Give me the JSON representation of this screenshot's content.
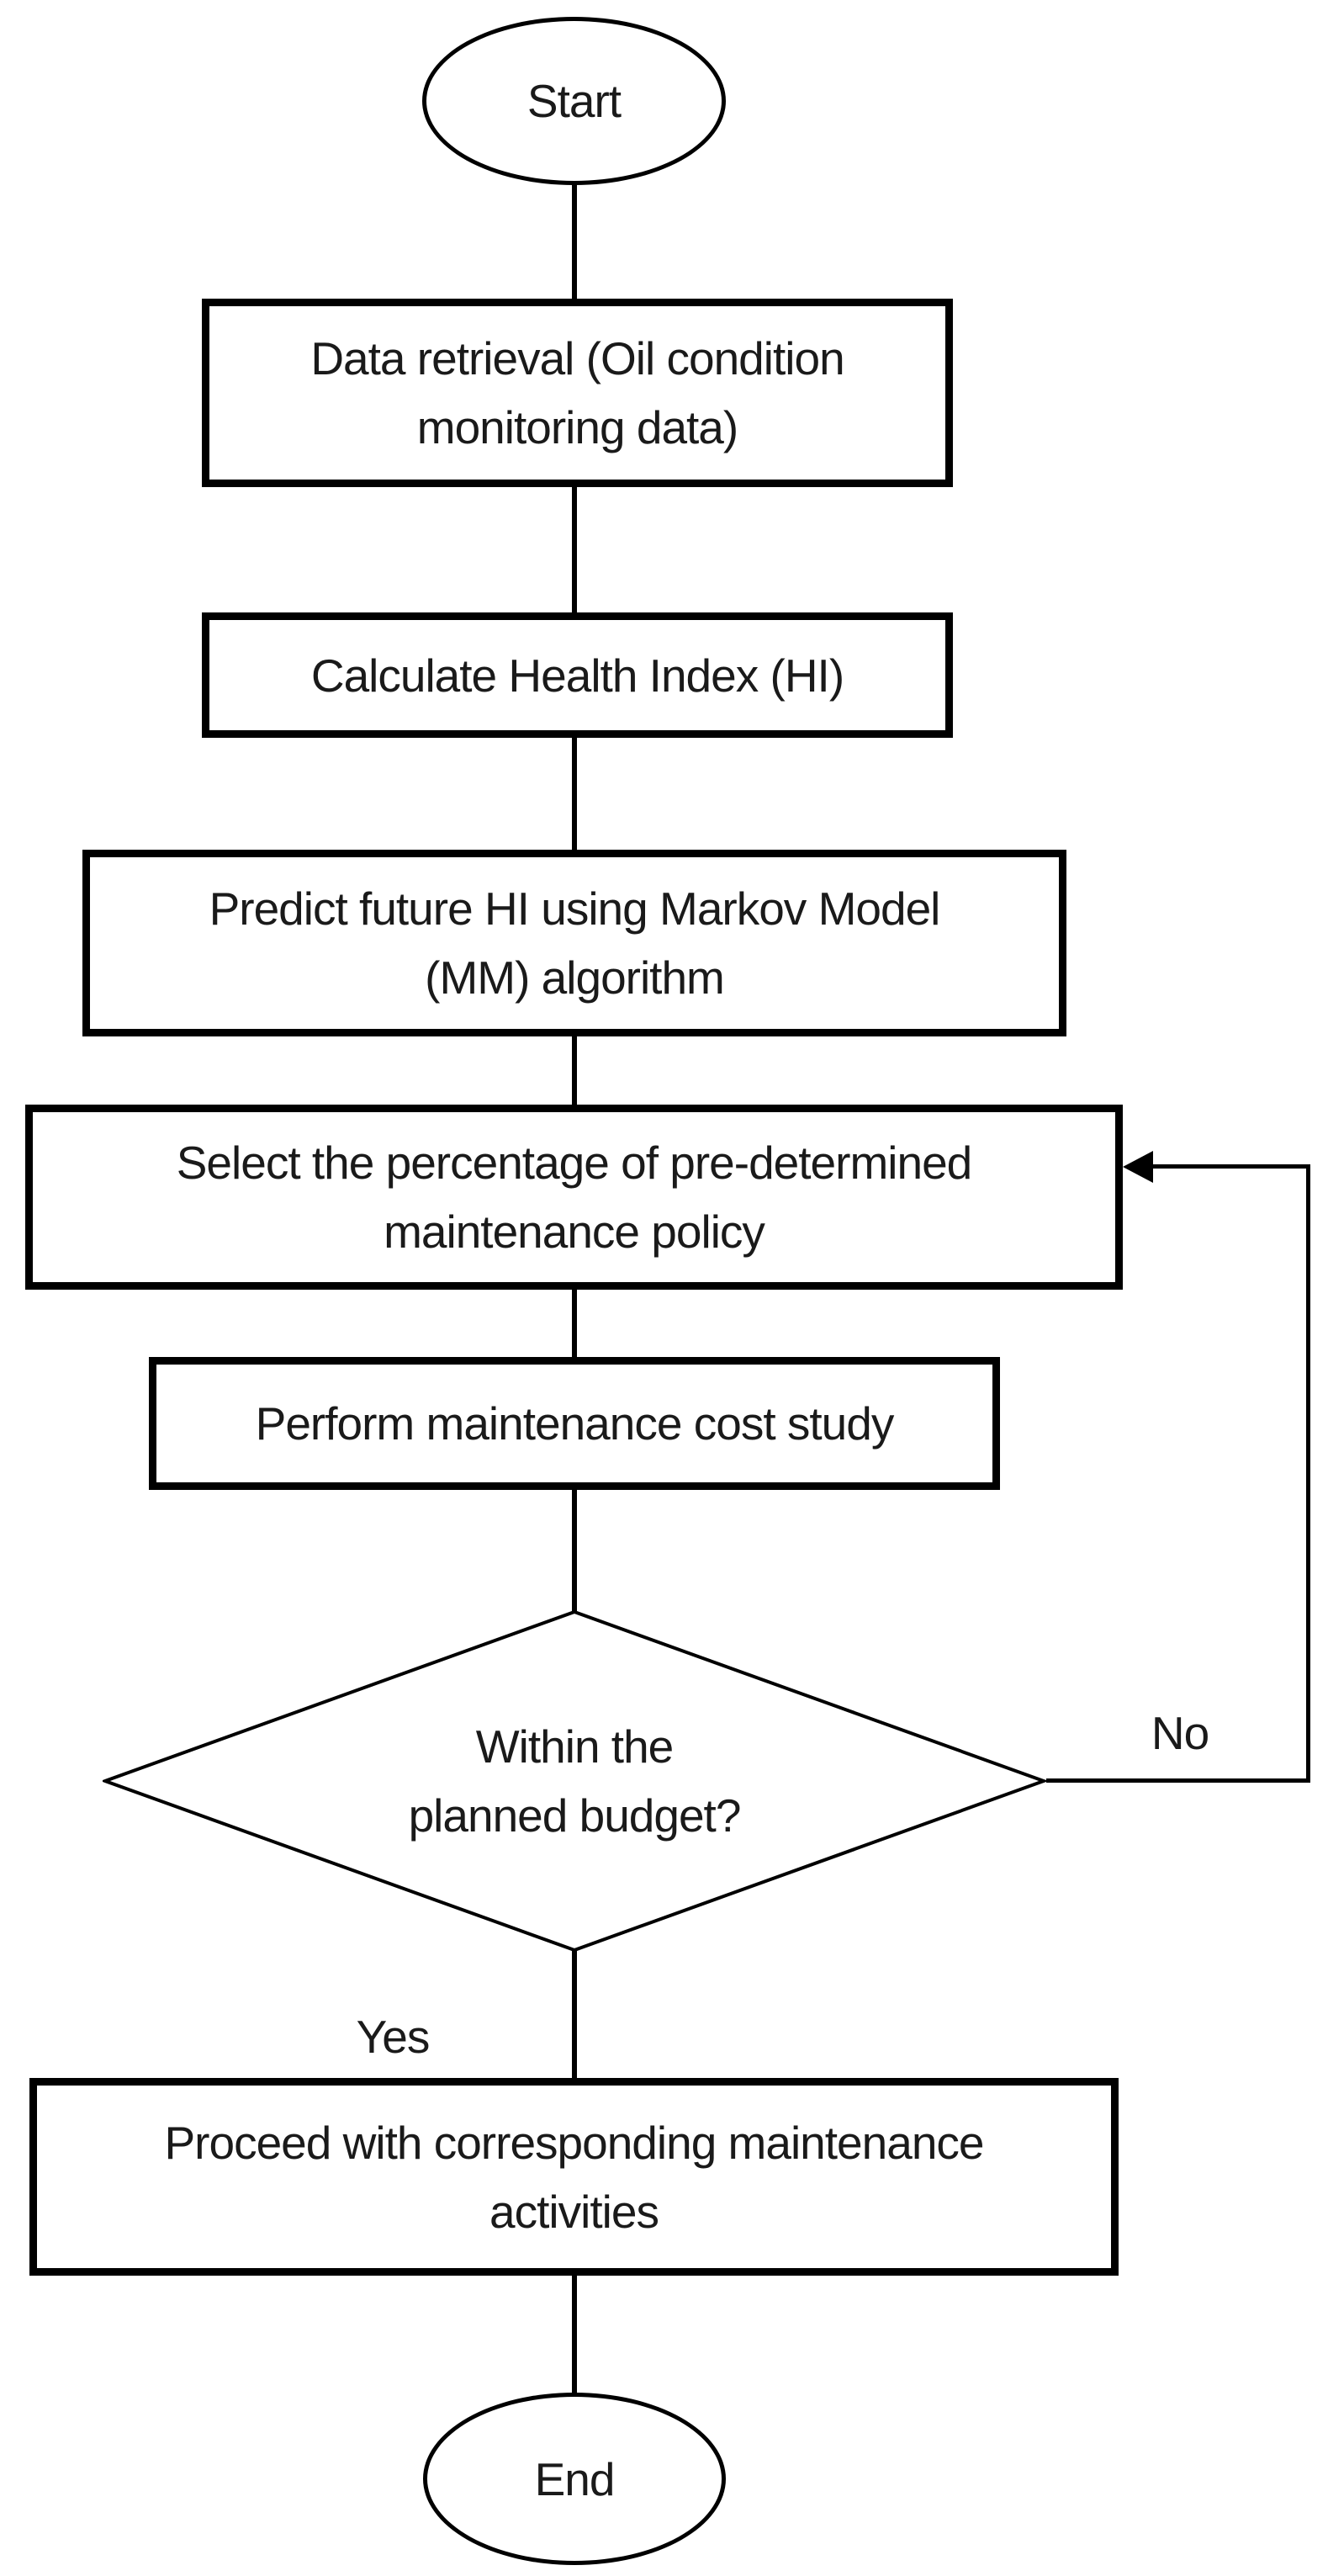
{
  "diagram": {
    "type": "flowchart",
    "background_color": "#ffffff",
    "stroke_color": "#000000",
    "text_color": "#1a1a1a",
    "nodes": [
      {
        "id": "start",
        "shape": "ellipse",
        "lines": [
          "Start"
        ]
      },
      {
        "id": "data-retrieval",
        "shape": "rect",
        "lines": [
          "Data retrieval (Oil condition",
          "monitoring data)"
        ]
      },
      {
        "id": "calculate-hi",
        "shape": "rect",
        "lines": [
          "Calculate Health Index (HI)"
        ]
      },
      {
        "id": "predict-hi",
        "shape": "rect",
        "lines": [
          "Predict future HI using Markov Model",
          "(MM) algorithm"
        ]
      },
      {
        "id": "select-policy",
        "shape": "rect",
        "lines": [
          "Select the percentage of pre-determined",
          "maintenance policy"
        ]
      },
      {
        "id": "cost-study",
        "shape": "rect",
        "lines": [
          "Perform maintenance cost study"
        ]
      },
      {
        "id": "budget-decision",
        "shape": "diamond",
        "lines": [
          "Within the",
          "planned budget?"
        ]
      },
      {
        "id": "proceed",
        "shape": "rect",
        "lines": [
          "Proceed with corresponding maintenance",
          "activities"
        ]
      },
      {
        "id": "end",
        "shape": "ellipse",
        "lines": [
          "End"
        ]
      }
    ],
    "edges": [
      {
        "from": "start",
        "to": "data-retrieval",
        "label": ""
      },
      {
        "from": "data-retrieval",
        "to": "calculate-hi",
        "label": ""
      },
      {
        "from": "calculate-hi",
        "to": "predict-hi",
        "label": ""
      },
      {
        "from": "predict-hi",
        "to": "select-policy",
        "label": ""
      },
      {
        "from": "select-policy",
        "to": "cost-study",
        "label": ""
      },
      {
        "from": "cost-study",
        "to": "budget-decision",
        "label": ""
      },
      {
        "from": "budget-decision",
        "to": "proceed",
        "label": "Yes"
      },
      {
        "from": "budget-decision",
        "to": "select-policy",
        "label": "No"
      }
    ]
  }
}
